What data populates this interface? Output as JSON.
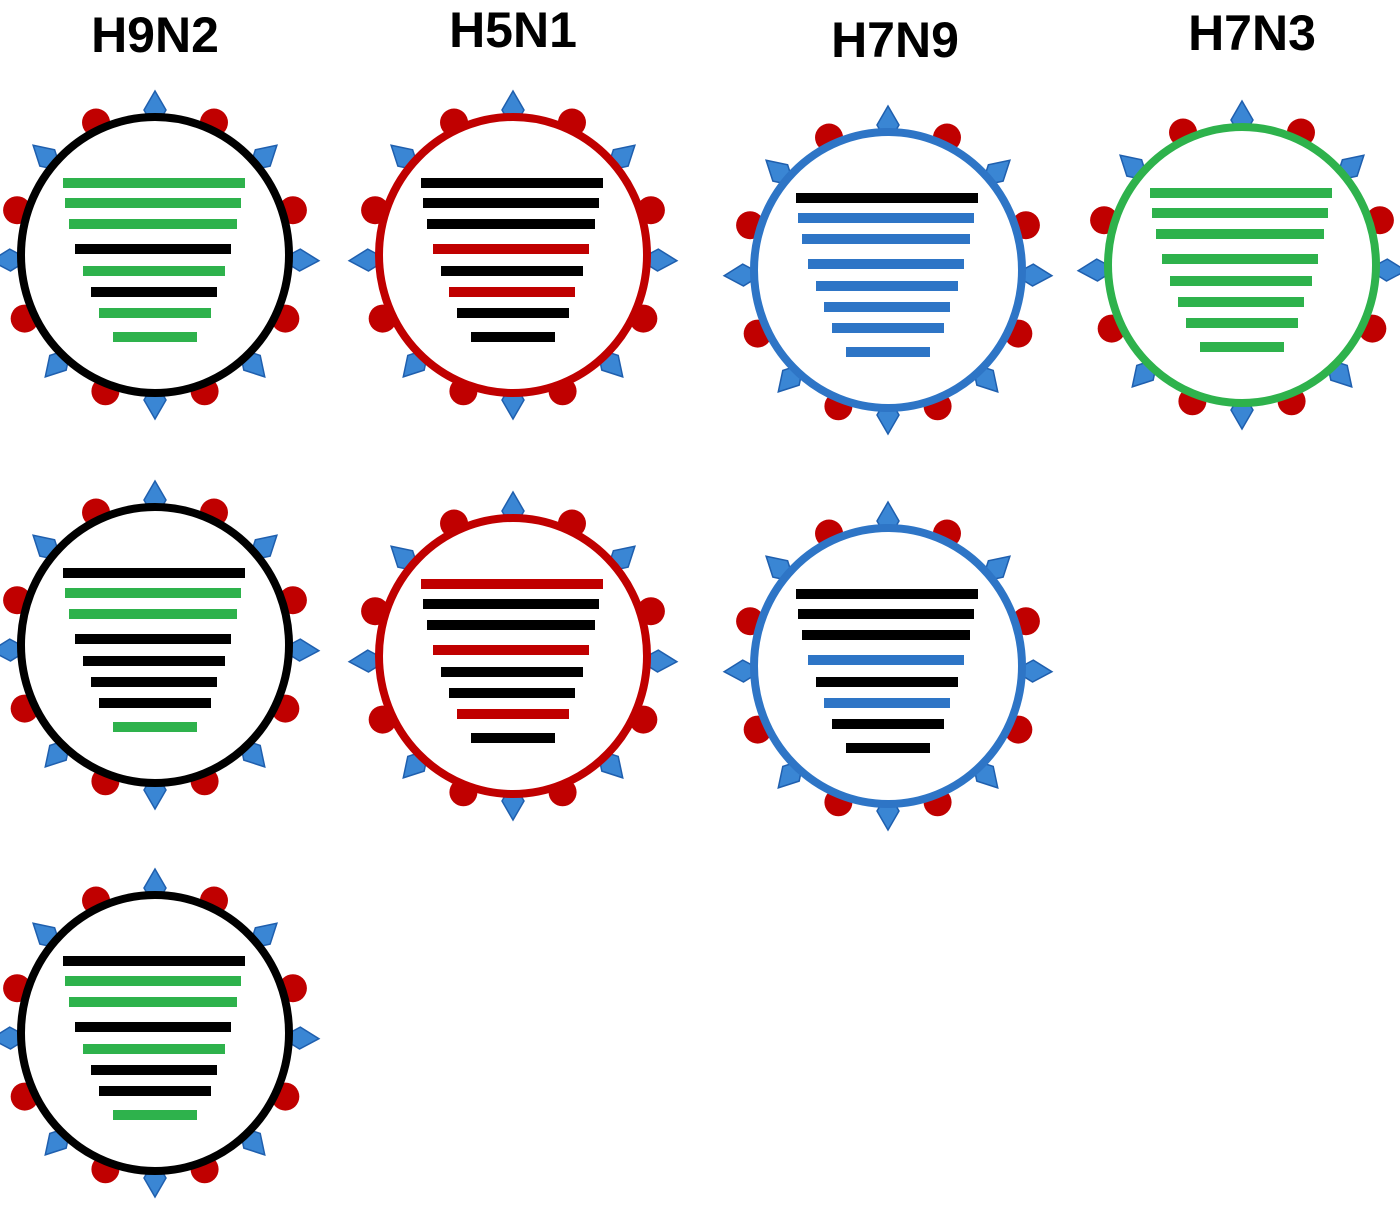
{
  "colors": {
    "black": "#000000",
    "red": "#c00000",
    "blue": "#2e75c6",
    "green": "#2eb24c",
    "hemagglutinin_spike": "#c00000",
    "neuraminidase_spike": "#3a86d4"
  },
  "icons": {
    "round_spike": "red-circle-icon",
    "diamond_spike": "blue-diamond-icon"
  },
  "columns": [
    {
      "title": "H9N2",
      "membrane_color": "black",
      "viruses": [
        {
          "segments": [
            "green",
            "green",
            "green",
            "black",
            "green",
            "black",
            "green",
            "green"
          ]
        },
        {
          "segments": [
            "black",
            "green",
            "green",
            "black",
            "black",
            "black",
            "black",
            "green"
          ]
        },
        {
          "segments": [
            "black",
            "green",
            "green",
            "black",
            "green",
            "black",
            "black",
            "green"
          ]
        }
      ]
    },
    {
      "title": "H5N1",
      "membrane_color": "red",
      "viruses": [
        {
          "segments": [
            "black",
            "black",
            "black",
            "red",
            "black",
            "red",
            "black",
            "black"
          ]
        },
        {
          "segments": [
            "red",
            "black",
            "black",
            "red",
            "black",
            "black",
            "red",
            "black"
          ]
        }
      ]
    },
    {
      "title": "H7N9",
      "membrane_color": "blue",
      "viruses": [
        {
          "segments": [
            "black",
            "blue",
            "blue",
            "blue",
            "blue",
            "blue",
            "blue",
            "blue"
          ]
        },
        {
          "segments": [
            "black",
            "black",
            "black",
            "blue",
            "black",
            "blue",
            "black",
            "black"
          ]
        }
      ]
    },
    {
      "title": "H7N3",
      "membrane_color": "green",
      "viruses": [
        {
          "segments": [
            "green",
            "green",
            "green",
            "green",
            "green",
            "green",
            "green",
            "green"
          ]
        }
      ]
    }
  ]
}
